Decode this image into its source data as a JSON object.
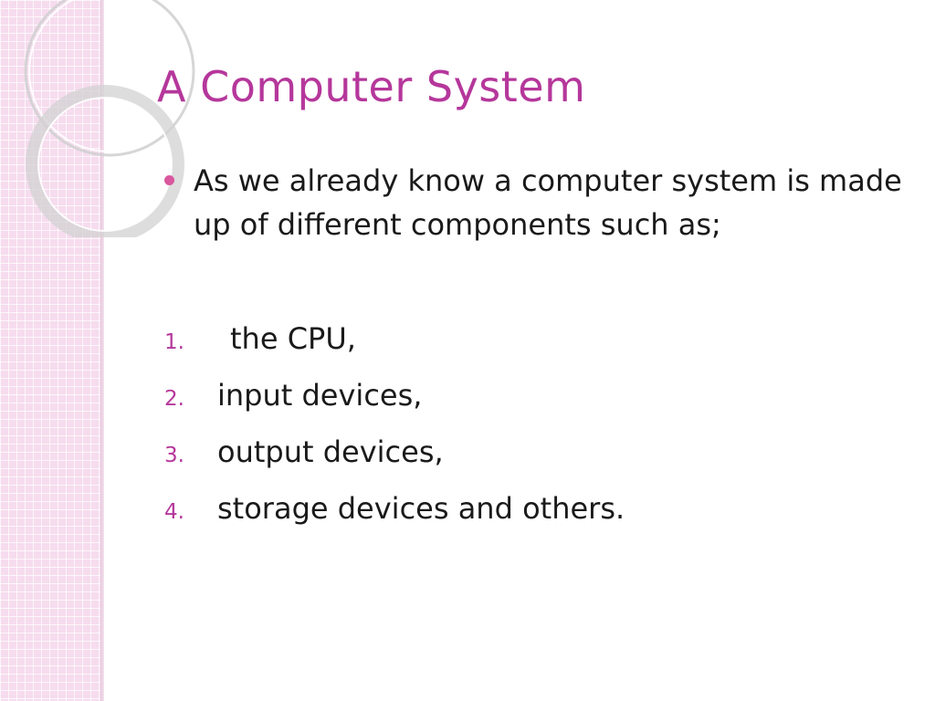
{
  "slide": {
    "title": "A Computer System",
    "bullet": "As we already know a computer system is made up of different components such as;",
    "list": [
      {
        "marker": "1.",
        "text": "the CPU,"
      },
      {
        "marker": "2.",
        "text": "input devices,"
      },
      {
        "marker": "3.",
        "text": "output devices,"
      },
      {
        "marker": "4.",
        "text": "storage devices and others."
      }
    ]
  },
  "colors": {
    "title": "#b5379b",
    "bullet_dot": "#d9579e",
    "number_marker": "#b5379b",
    "side_band": "#f6dcee"
  }
}
